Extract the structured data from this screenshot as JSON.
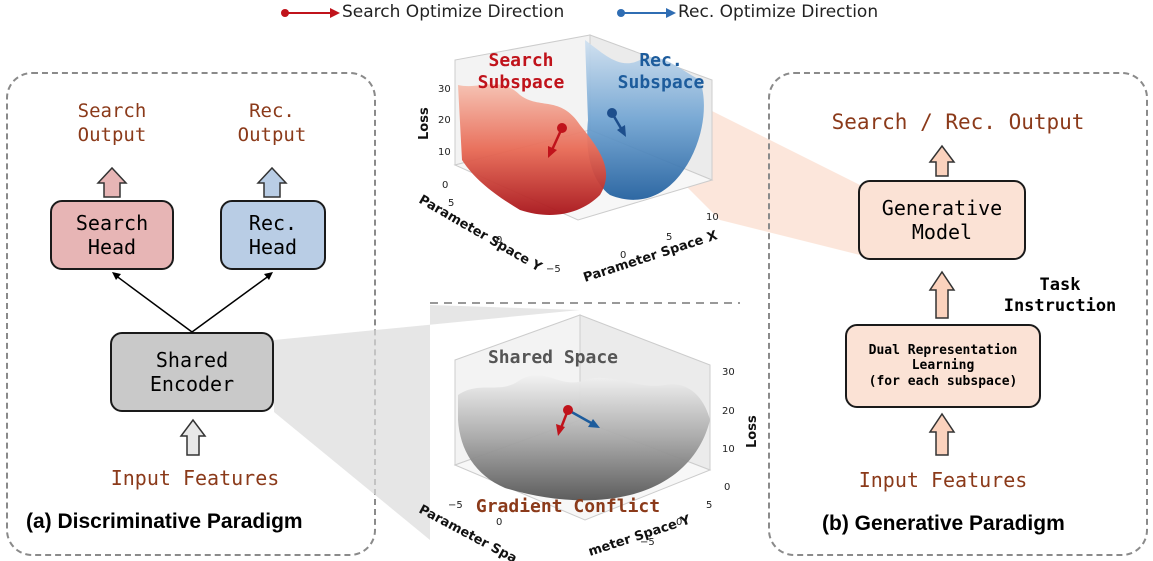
{
  "legend": {
    "search": "Search Optimize Direction",
    "rec": "Rec. Optimize Direction",
    "search_color": "#c0131b",
    "rec_color": "#2f6db3"
  },
  "left_panel": {
    "search_output": "Search\nOutput",
    "rec_output": "Rec.\nOutput",
    "search_head": "Search\nHead",
    "rec_head": "Rec.\nHead",
    "shared_encoder": "Shared\nEncoder",
    "input": "Input Features",
    "caption": "(a) Discriminative Paradigm"
  },
  "right_panel": {
    "output": "Search / Rec. Output",
    "model": "Generative\nModel",
    "instruction": "Task\nInstruction",
    "dual": "Dual Representation\nLearning\n(for each subspace)",
    "input": "Input Features",
    "caption": "(b) Generative Paradigm"
  },
  "top_plot": {
    "search_label": "Search\nSubspace",
    "rec_label": "Rec.\nSubspace",
    "zlabel": "Loss",
    "xlabel": "Parameter Space X",
    "ylabel": "Parameter Space Y",
    "zticks": [
      "30",
      "20",
      "10",
      "0"
    ],
    "yticks": [
      "5",
      "0",
      "−5"
    ],
    "xticks": [
      "0",
      "5",
      "10"
    ]
  },
  "bottom_plot": {
    "title": "Shared Space",
    "conflict": "Gradient Conflict",
    "zlabel": "Loss",
    "xlabel": "Parameter Spa",
    "ylabel": "meter Space Y",
    "zticks": [
      "30",
      "20",
      "10",
      "0"
    ],
    "xticks": [
      "−5",
      "0"
    ],
    "yticks": [
      "5",
      "0",
      "−5"
    ]
  },
  "colors": {
    "search_head_fill": "#e7b5b5",
    "rec_head_fill": "#b9cde5",
    "encoder_fill": "#c9c9c9",
    "generative_fill": "#fbe2d5",
    "brown_text": "#8b3a1a"
  }
}
